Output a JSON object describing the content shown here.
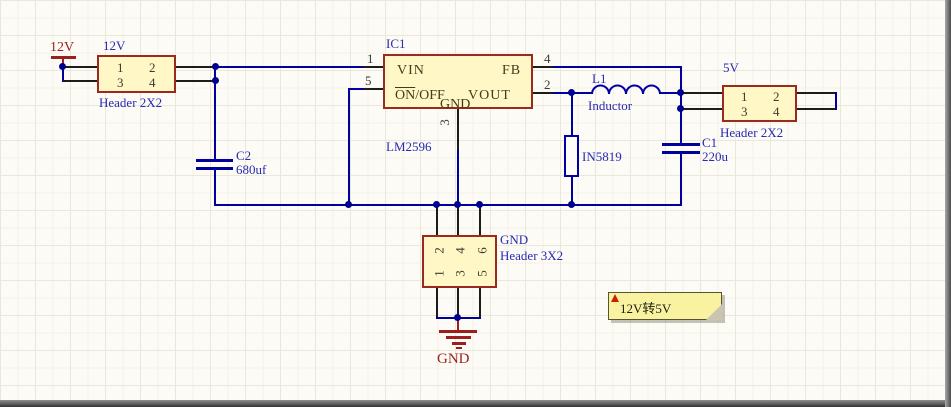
{
  "colors": {
    "wire_net": "#00009c",
    "wire_pin": "#1c1c1c",
    "component_fill": "#fff8c6",
    "component_border": "#9a2a20",
    "designator_blue": "#2a2ab5",
    "power_red": "#9c1f1f",
    "note_fill": "#f9f3a1"
  },
  "power": {
    "p12v_label": "12V",
    "gnd_label": "GND"
  },
  "header_12v": {
    "designator": "12V",
    "comment": "Header 2X2",
    "pin1": "1",
    "pin2": "2",
    "pin3": "3",
    "pin4": "4"
  },
  "header_5v": {
    "designator": "5V",
    "comment": "Header 2X2",
    "pin1": "1",
    "pin2": "2",
    "pin3": "3",
    "pin4": "4"
  },
  "header_gnd": {
    "designator": "GND",
    "comment": "Header 3X2",
    "top_pins": [
      "2",
      "4",
      "6"
    ],
    "bottom_pins": [
      "1",
      "3",
      "5"
    ]
  },
  "ic1": {
    "designator": "IC1",
    "comment": "LM2596",
    "pins": {
      "vin": {
        "num": "1",
        "name": "VIN"
      },
      "onoff": {
        "num": "5",
        "name_on": "ON",
        "name_off": "/OFF"
      },
      "fb": {
        "num": "4",
        "name": "FB"
      },
      "vout": {
        "num": "2",
        "name": "VOUT"
      },
      "gnd": {
        "num": "3",
        "name": "GND"
      }
    }
  },
  "c2": {
    "designator": "C2",
    "value": "680uf"
  },
  "c1": {
    "designator": "C1",
    "value": "220u"
  },
  "l1": {
    "designator": "L1",
    "comment": "Inductor"
  },
  "d1": {
    "designator": "IN5819"
  },
  "note": {
    "text": "12V转5V"
  }
}
